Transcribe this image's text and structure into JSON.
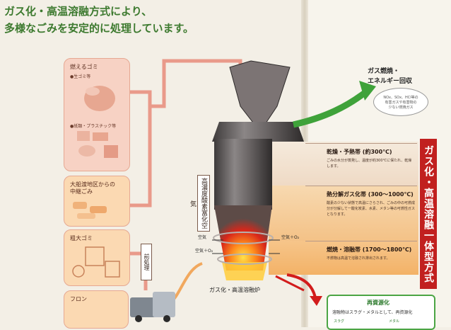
{
  "headline": {
    "line1": "ガス化・高温溶融方式により、",
    "line2": "多様なごみを安定的に処理しています。"
  },
  "inputs": [
    {
      "label": "燃えるゴミ",
      "sub1": "●生ゴミ等",
      "sub2": "●紙類・プラスチック等"
    },
    {
      "label1": "大船渡地区からの",
      "label2": "中継ごみ"
    },
    {
      "label": "粗大ゴミ"
    },
    {
      "label": "フロン"
    }
  ],
  "pretreatment": "前処理",
  "oxygen_box": "高濃度酸素富化空気",
  "energy": {
    "line1": "ガス燃焼・",
    "line2": "エネルギー回収",
    "bubble_line1": "NOx、SOx、HCl等の",
    "bubble_line2": "有害ガスや有害物の",
    "bubble_line3": "少ない燃焼ガス"
  },
  "zones": [
    {
      "title": "乾燥・予熱帯",
      "temp": "(約300℃)",
      "desc": "ごみの水分が蒸発し、温度が約300℃に保たれ、乾燥します。"
    },
    {
      "title": "熱分解ガス化帯",
      "temp": "(300～1000℃)",
      "desc": "酸素の少ない状態で高温にさらされ、ごみの中の可燃成分が分解して一酸化炭素、水素、メタン等の可燃性ガスとなります。"
    },
    {
      "title": "燃焼・溶融帯",
      "temp": "(1700～1800℃)",
      "desc": "不燃物は高温で溶融され排出されます。"
    }
  ],
  "vertical_band": "ガス化・高温溶融一体型方式",
  "furnace_caption": "ガス化・高温溶融炉",
  "air_labels": {
    "a1": "空気",
    "a2": "空気＋O₂",
    "a3": "空気＋O₂"
  },
  "recycle": {
    "title": "再資源化",
    "desc": "溶融物はスラグ・メタルとして、再資源化",
    "tag1": "スラグ",
    "tag2": "メタル"
  },
  "colors": {
    "headline": "#3d7a2f",
    "band": "#c1201f",
    "arrow_green": "#3fa23a",
    "arrow_red": "#d21c1c",
    "pipe_pink": "#e99a8a"
  }
}
